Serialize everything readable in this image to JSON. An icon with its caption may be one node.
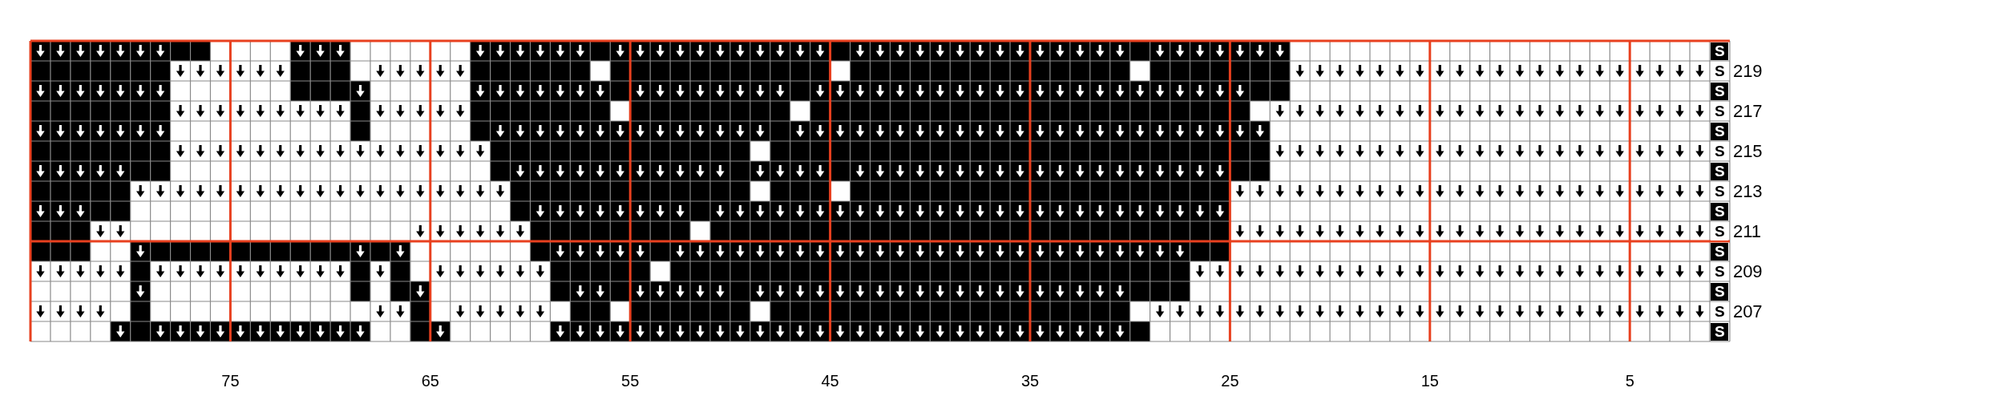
{
  "diagram": {
    "labels": [
      "S",
      "S",
      "219",
      "S",
      "S",
      "217",
      "S",
      "S",
      "215",
      "S",
      "S",
      "213",
      "S",
      "S",
      "211",
      "S",
      "S",
      "209",
      "S",
      "S",
      "207",
      "S",
      "75",
      "65",
      "55",
      "45",
      "35",
      "25",
      "15",
      "5"
    ]
  }
}
